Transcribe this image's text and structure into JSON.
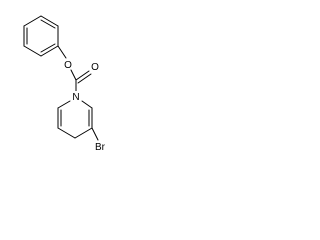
{
  "molecule": {
    "atoms": {
      "oxygen_ester": "O",
      "oxygen_carbonyl": "O",
      "nitrogen": "N",
      "bromine": "Br"
    }
  },
  "colors": {
    "bond": "#000000",
    "label": "#000000",
    "background": "#ffffff"
  }
}
